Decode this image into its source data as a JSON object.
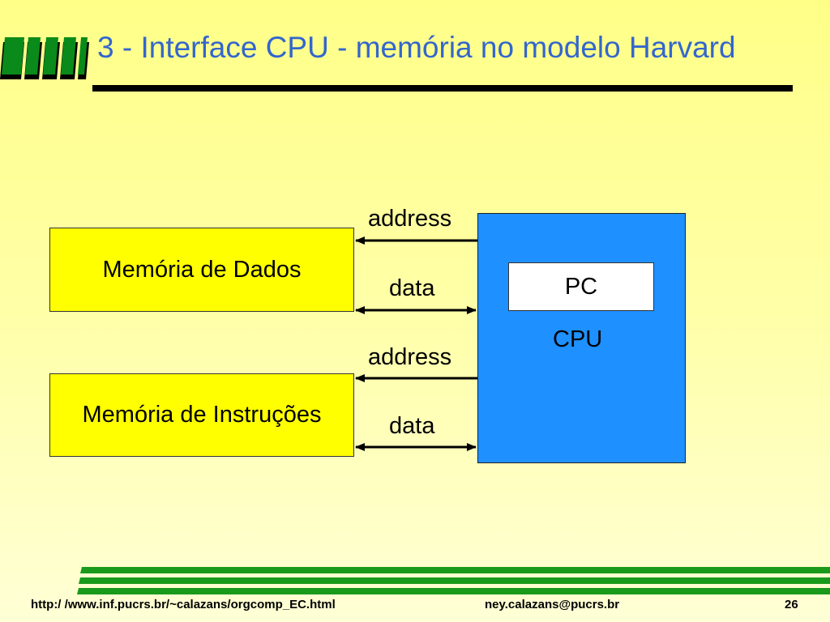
{
  "slide": {
    "title": "3 - Interface CPU - memória no modelo Harvard"
  },
  "diagram": {
    "data_memory": "Memória de Dados",
    "instruction_memory": "Memória de Instruções",
    "cpu": "CPU",
    "pc": "PC",
    "bus_labels": {
      "data_address": "address",
      "data_data": "data",
      "instr_address": "address",
      "instr_data": "data"
    }
  },
  "footer": {
    "url": "http:/ /www.inf.pucrs.br/~calazans/orgcomp_EC.html",
    "email": "ney.calazans@pucrs.br",
    "page": "26"
  },
  "colors": {
    "title": "#3366cc",
    "memory_fill": "#ffff00",
    "cpu_fill": "#1e90ff",
    "logo_green": "#0a8a1a",
    "stripe_green": "#1a9a1a"
  },
  "icons": {
    "logo": "green-bars-logo"
  }
}
